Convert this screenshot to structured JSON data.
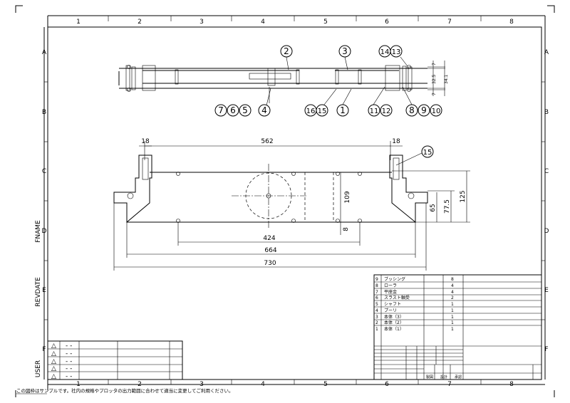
{
  "grid": {
    "columns": [
      "1",
      "2",
      "3",
      "4",
      "5",
      "6",
      "7",
      "8"
    ],
    "rows": [
      "A",
      "B",
      "C",
      "D",
      "E",
      "F"
    ]
  },
  "side_labels": {
    "fname": "FNAME",
    "revdate": "REVDATE",
    "user": "USER"
  },
  "balloons_top": [
    "2",
    "3",
    "14",
    "13",
    "7",
    "6",
    "5",
    "4",
    "16",
    "15",
    "1",
    "11",
    "12",
    "8",
    "9",
    "10"
  ],
  "balloon_front": "15",
  "dimensions": {
    "top_view": [
      "7",
      "32.5",
      "34.1",
      "7"
    ],
    "front_view": {
      "d562": "562",
      "d18a": "18",
      "d18b": "18",
      "d424": "424",
      "d664": "664",
      "d730": "730",
      "d109": "109",
      "d8": "8",
      "d125": "125",
      "d77": "77.5",
      "d65": "65"
    }
  },
  "parts_list": [
    {
      "no": "9",
      "name": "ブッシング",
      "qty": "8"
    },
    {
      "no": "8",
      "name": "ローラ",
      "qty": "4"
    },
    {
      "no": "7",
      "name": "平座金",
      "qty": "4"
    },
    {
      "no": "6",
      "name": "スラスト軸受",
      "qty": "2"
    },
    {
      "no": "5",
      "name": "シャフト",
      "qty": "1"
    },
    {
      "no": "4",
      "name": "プーリ",
      "qty": "1"
    },
    {
      "no": "3",
      "name": "本体（3）",
      "qty": "1"
    },
    {
      "no": "2",
      "name": "本体（2）",
      "qty": "1"
    },
    {
      "no": "1",
      "name": "本体（1）",
      "qty": "1"
    }
  ],
  "title_block": {
    "drawn": "製図",
    "design": "設計",
    "approved": "承認"
  },
  "revisions": [
    {
      "mark": "△",
      "date": "- -"
    },
    {
      "mark": "△",
      "date": "- -"
    },
    {
      "mark": "△",
      "date": "- -"
    },
    {
      "mark": "△",
      "date": "- -"
    },
    {
      "mark": "△",
      "date": "- -"
    }
  ],
  "footer_note": "この図枠はサンプルです。社内の規格やプロッタの出力範囲に合わせて適当に変更してご利用ください。"
}
